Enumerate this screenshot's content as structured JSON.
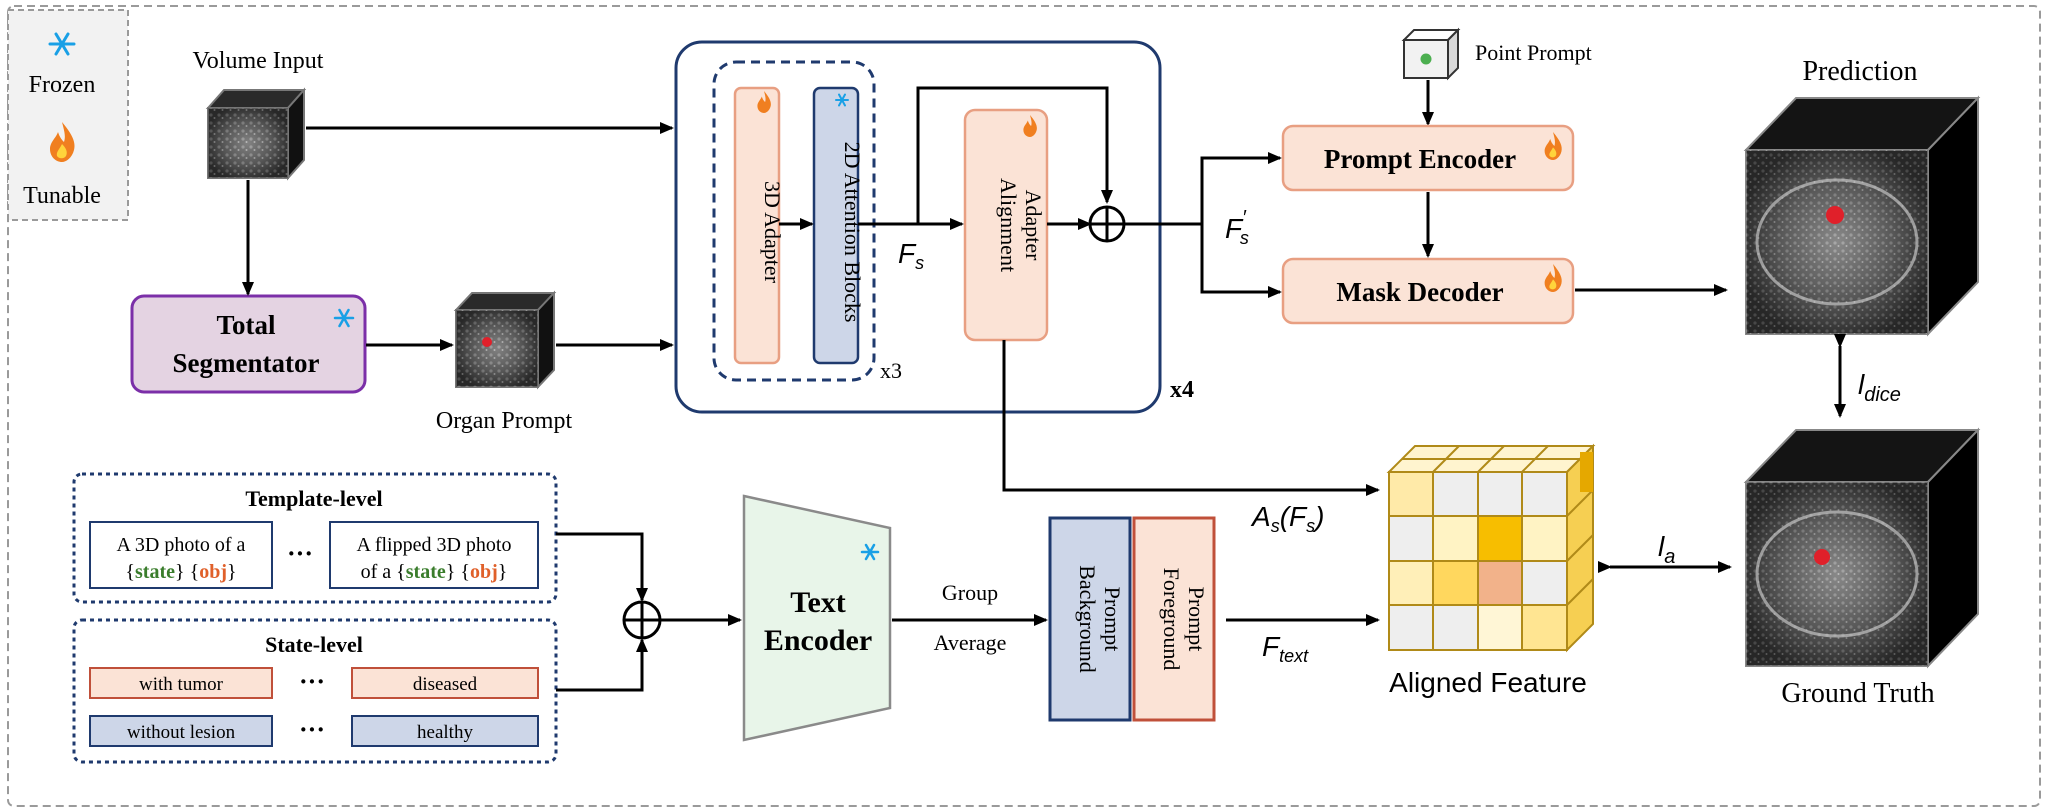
{
  "legend": {
    "frozen": "Frozen",
    "tunable": "Tunable"
  },
  "inputs": {
    "volume_input": "Volume Input",
    "organ_prompt": "Organ Prompt",
    "point_prompt": "Point Prompt"
  },
  "modules": {
    "total_segmentator_line1": "Total",
    "total_segmentator_line2": "Segmentator",
    "adapter_3d": "3D Adapter",
    "attention_2d": "2D Attention Blocks",
    "alignment_line1": "Alignment",
    "alignment_line2": "Adapter",
    "repeat_inner": "x3",
    "repeat_outer": "x4",
    "prompt_encoder": "Prompt Encoder",
    "mask_decoder": "Mask Decoder",
    "text_encoder_line1": "Text",
    "text_encoder_line2": "Encoder",
    "background_line1": "Back",
    "background_line2": "ground",
    "background_line3": "Prompt",
    "foreground_line1": "Fore",
    "foreground_line2": "ground",
    "foreground_line3": "Prompt"
  },
  "symbols": {
    "F_s": "F",
    "F_s_sub": "s",
    "F_s_prime": "F",
    "F_s_prime_sub": "s",
    "F_s_prime_sup": "′",
    "A_s": "A",
    "A_s_sub": "s",
    "A_s_arg": "(F",
    "A_s_arg_sub": "s",
    "A_s_close": ")",
    "F_text": "F",
    "F_text_sub": "text",
    "l_dice": "l",
    "l_dice_sub": "dice",
    "l_a": "l",
    "l_a_sub": "a"
  },
  "group_average": {
    "line1": "Group",
    "line2": "Average"
  },
  "template_level": {
    "title": "Template-level",
    "box1_line1": "A 3D photo of a",
    "box2_line1": "A flipped 3D photo",
    "box2_line2_prefix": "of a",
    "brace_open": "{",
    "brace_close": "}",
    "state": "state",
    "obj": "obj",
    "ellipsis": "···"
  },
  "state_level": {
    "title": "State-level",
    "items": [
      "with tumor",
      "diseased",
      "without lesion",
      "healthy"
    ],
    "ellipsis": "···"
  },
  "outputs": {
    "prediction": "Prediction",
    "aligned_feature": "Aligned Feature",
    "ground_truth": "Ground Truth"
  },
  "colors": {
    "tunable_fill": "#fbe3d6",
    "tunable_stroke": "#e89f82",
    "frozen_fill": "#cdd6e8",
    "frozen_stroke": "#1f3a6e",
    "segmentator_fill": "#e4d3e2",
    "segmentator_stroke": "#7b2fa8",
    "text_encoder_fill": "#e8f5e9",
    "state_green": "#3a7d2c",
    "obj_orange": "#e0602a",
    "feature_gold": "#f1c232"
  }
}
